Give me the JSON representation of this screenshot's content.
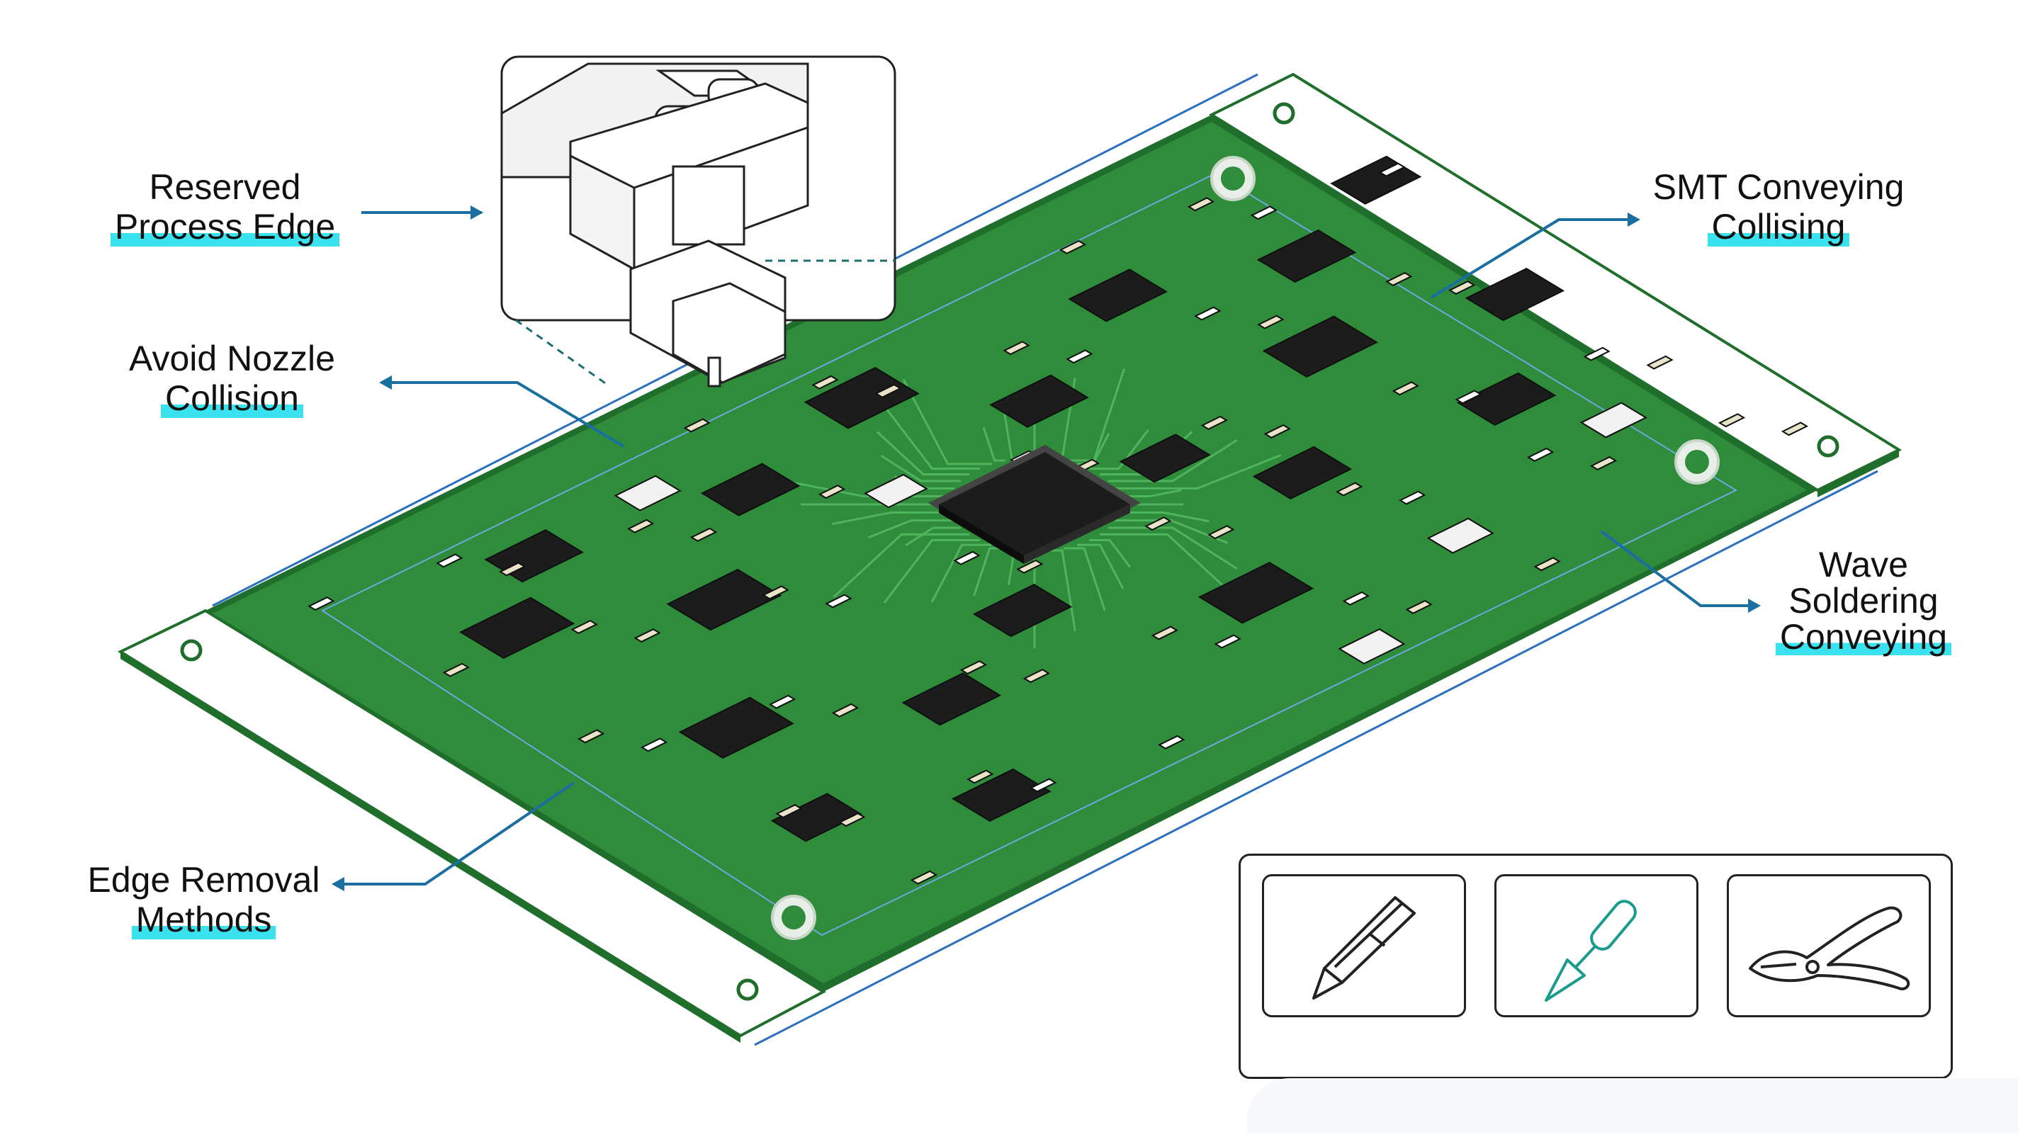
{
  "figure": {
    "labels": {
      "reserved_process_edge": [
        "Reserved",
        "Process Edge"
      ],
      "avoid_nozzle_collision": [
        "Avoid Nozzle",
        "Collision"
      ],
      "smt_conveying": [
        "SMT Conveying",
        "Collising"
      ],
      "wave_soldering_conveying": [
        "Wave",
        "Soldering",
        "Conveying"
      ],
      "edge_removal_methods": [
        "Edge Removal",
        "Methods"
      ]
    },
    "tools": [
      {
        "name": "utility-knife-icon"
      },
      {
        "name": "screwdriver-icon"
      },
      {
        "name": "pliers-icon"
      }
    ]
  },
  "colors": {
    "board": "#2c8a3a",
    "board_dark": "#1f6e2c",
    "trace": "#5cc26a",
    "chip": "#1c1c1c",
    "rail": "#ffffff",
    "arrow": "#1a6fa0",
    "highlight": "#39e2ee",
    "accent_tool": "#1a9c8c"
  }
}
